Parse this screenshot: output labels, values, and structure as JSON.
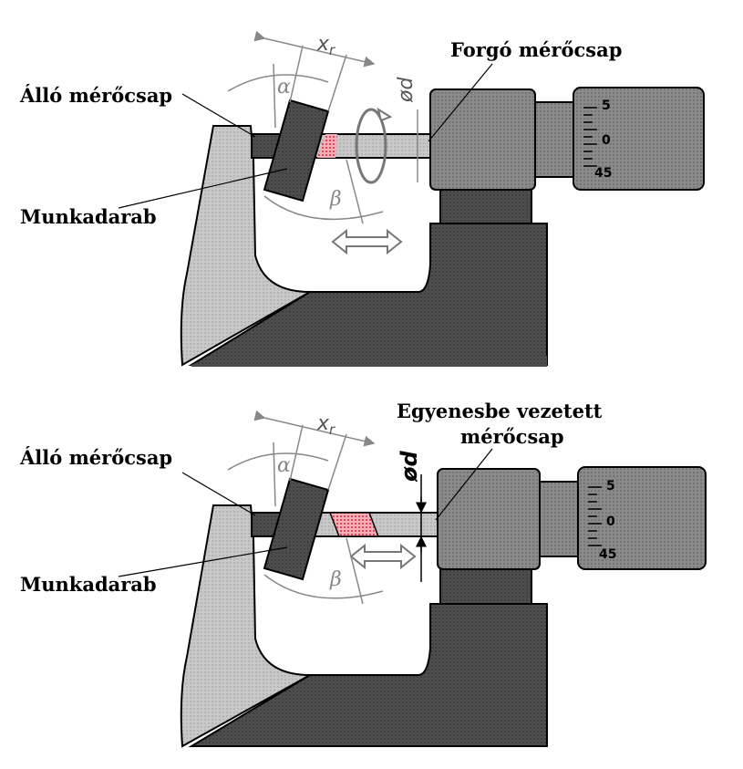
{
  "diagram_top": {
    "label_fixed_anvil": "Álló mérőcsap",
    "label_rotating_spindle": "Forgó mérőcsap",
    "label_workpiece": "Munkadarab",
    "dim_xr_main": "x",
    "dim_xr_sub": "r",
    "dim_diameter": "ød",
    "angle_alpha": "α",
    "angle_beta": "β",
    "scale_top": "5",
    "scale_mid": "0",
    "scale_bottom": "45"
  },
  "diagram_bottom": {
    "label_fixed_anvil": "Álló mérőcsap",
    "label_guided_spindle_line1": "Egyenesbe vezetett",
    "label_guided_spindle_line2": "mérőcsap",
    "label_workpiece": "Munkadarab",
    "dim_xr_main": "x",
    "dim_xr_sub": "r",
    "dim_diameter": "ød",
    "angle_alpha": "α",
    "angle_beta": "β",
    "scale_top": "5",
    "scale_mid": "0",
    "scale_bottom": "45"
  },
  "colors": {
    "dark_metal": "#4a4a4a",
    "light_metal": "#bdbdbd",
    "mid_metal": "#7a7a7a",
    "contact_red": "#e0223a"
  }
}
